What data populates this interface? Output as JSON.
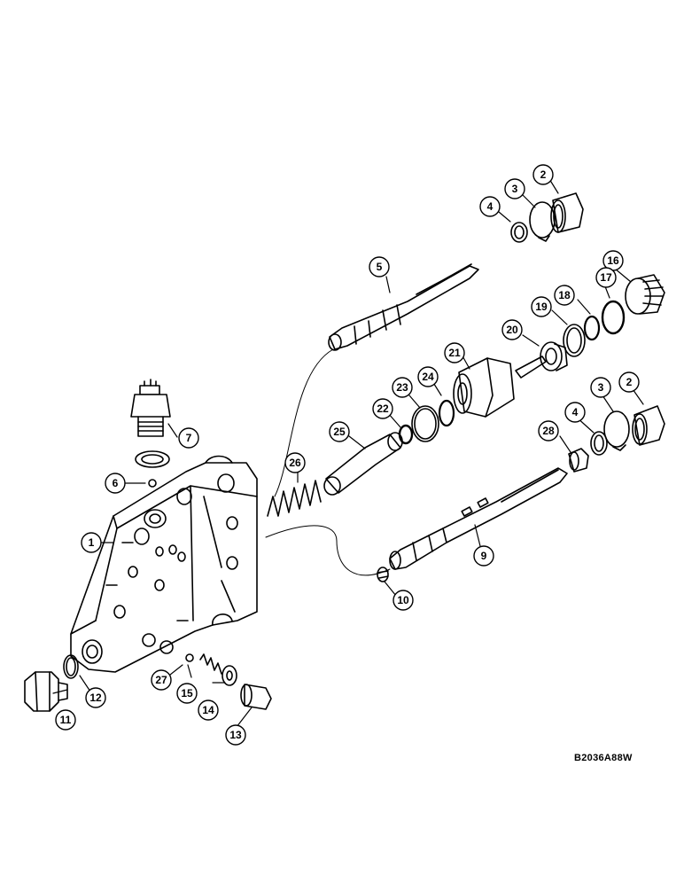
{
  "diagram": {
    "reference_code": "B2036A88W",
    "callouts": {
      "c1": "1",
      "c2a": "2",
      "c2b": "2",
      "c3a": "3",
      "c3b": "3",
      "c4a": "4",
      "c4b": "4",
      "c5": "5",
      "c6": "6",
      "c7": "7",
      "c9": "9",
      "c10": "10",
      "c11": "11",
      "c12": "12",
      "c13": "13",
      "c14": "14",
      "c15": "15",
      "c16": "16",
      "c17": "17",
      "c18": "18",
      "c19": "19",
      "c20": "20",
      "c21": "21",
      "c22": "22",
      "c23": "23",
      "c24": "24",
      "c25": "25",
      "c26": "26",
      "c27": "27",
      "c28": "28"
    }
  }
}
